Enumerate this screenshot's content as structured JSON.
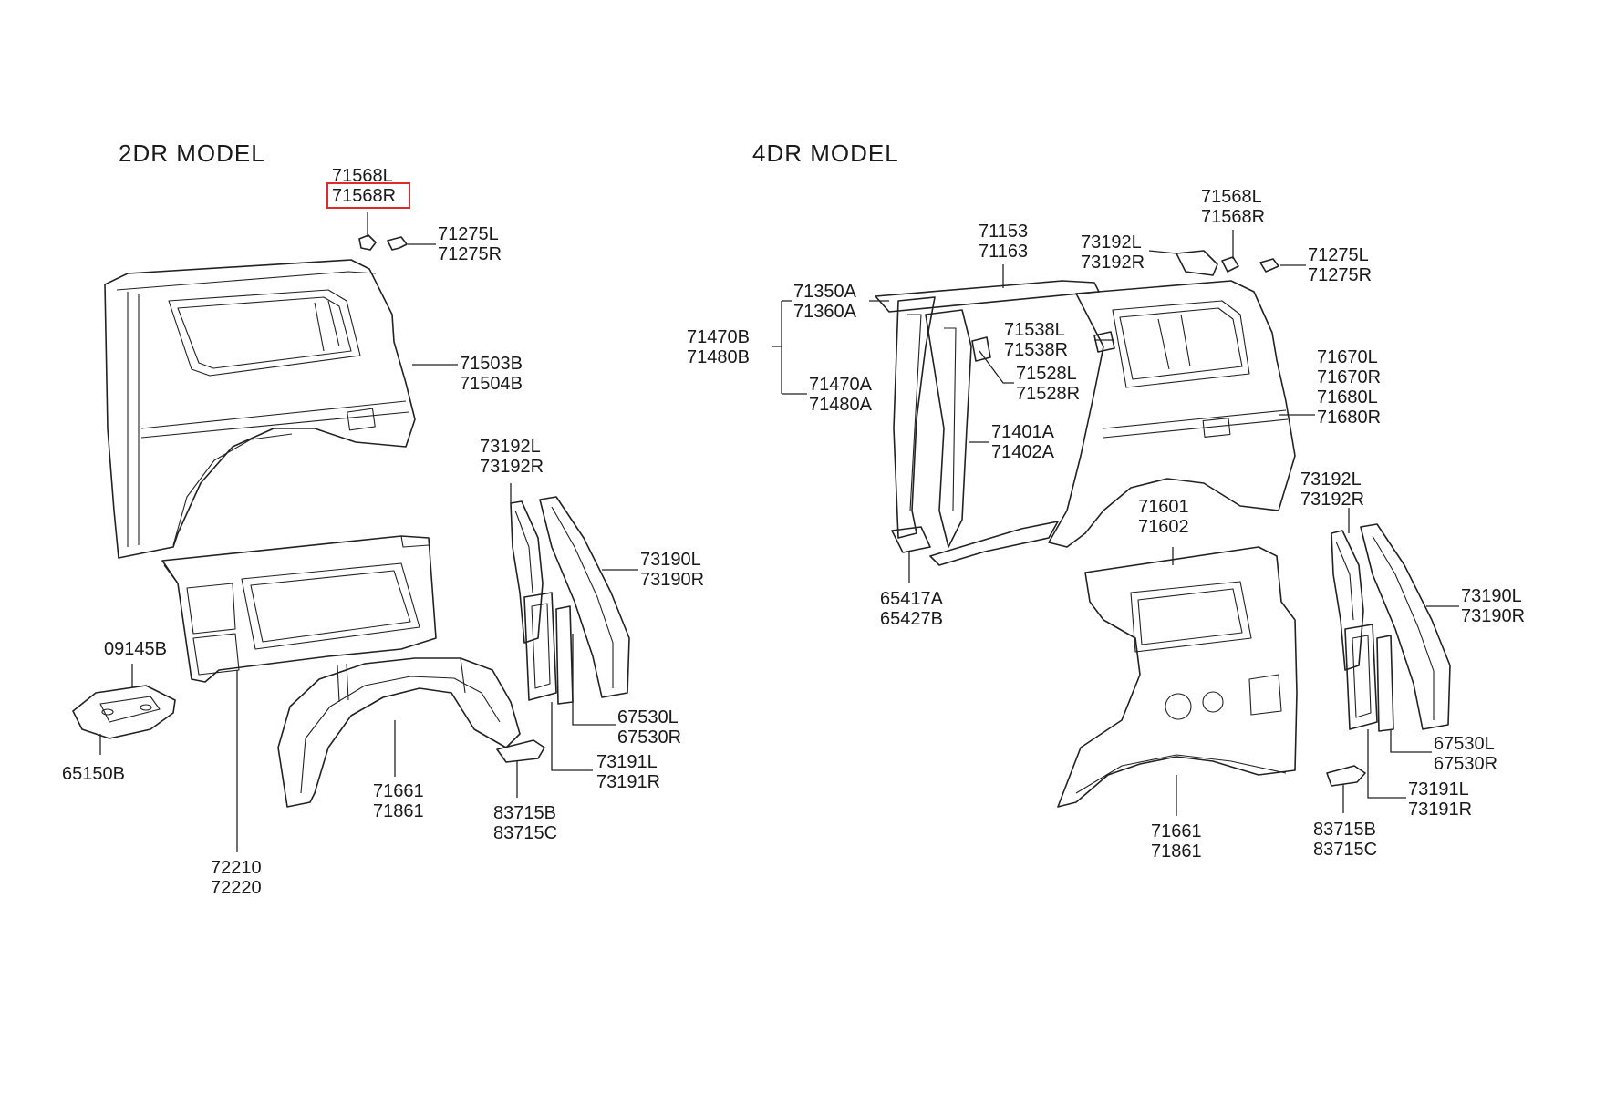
{
  "models": {
    "two_door": "2DR  MODEL",
    "four_door": "4DR  MODEL"
  },
  "highlight_color": "#e02a2a",
  "two_door_parts": {
    "p71568": [
      "71568L",
      "71568R"
    ],
    "p71275": [
      "71275L",
      "71275R"
    ],
    "p71503": [
      "71503B",
      "71504B"
    ],
    "p73192": [
      "73192L",
      "73192R"
    ],
    "p73190": [
      "73190L",
      "73190R"
    ],
    "p09145": [
      "09145B"
    ],
    "p65150": [
      "65150B"
    ],
    "p67530": [
      "67530L",
      "67530R"
    ],
    "p73191": [
      "73191L",
      "73191R"
    ],
    "p71661": [
      "71661",
      "71861"
    ],
    "p83715": [
      "83715B",
      "83715C"
    ],
    "p72210": [
      "72210",
      "72220"
    ]
  },
  "four_door_parts": {
    "p71153": [
      "71153",
      "71163"
    ],
    "p73192top": [
      "73192L",
      "73192R"
    ],
    "p71568": [
      "71568L",
      "71568R"
    ],
    "p71275": [
      "71275L",
      "71275R"
    ],
    "p71350": [
      "71350A",
      "71360A"
    ],
    "p71470B": [
      "71470B",
      "71480B"
    ],
    "p71538": [
      "71538L",
      "71538R"
    ],
    "p71528": [
      "71528L",
      "71528R"
    ],
    "p71470A": [
      "71470A",
      "71480A"
    ],
    "p71670": [
      "71670L",
      "71670R",
      "71680L",
      "71680R"
    ],
    "p71401": [
      "71401A",
      "71402A"
    ],
    "p73192": [
      "73192L",
      "73192R"
    ],
    "p71601": [
      "71601",
      "71602"
    ],
    "p73190": [
      "73190L",
      "73190R"
    ],
    "p65417": [
      "65417A",
      "65427B"
    ],
    "p67530": [
      "67530L",
      "67530R"
    ],
    "p73191": [
      "73191L",
      "73191R"
    ],
    "p71661": [
      "71661",
      "71861"
    ],
    "p83715": [
      "83715B",
      "83715C"
    ]
  }
}
